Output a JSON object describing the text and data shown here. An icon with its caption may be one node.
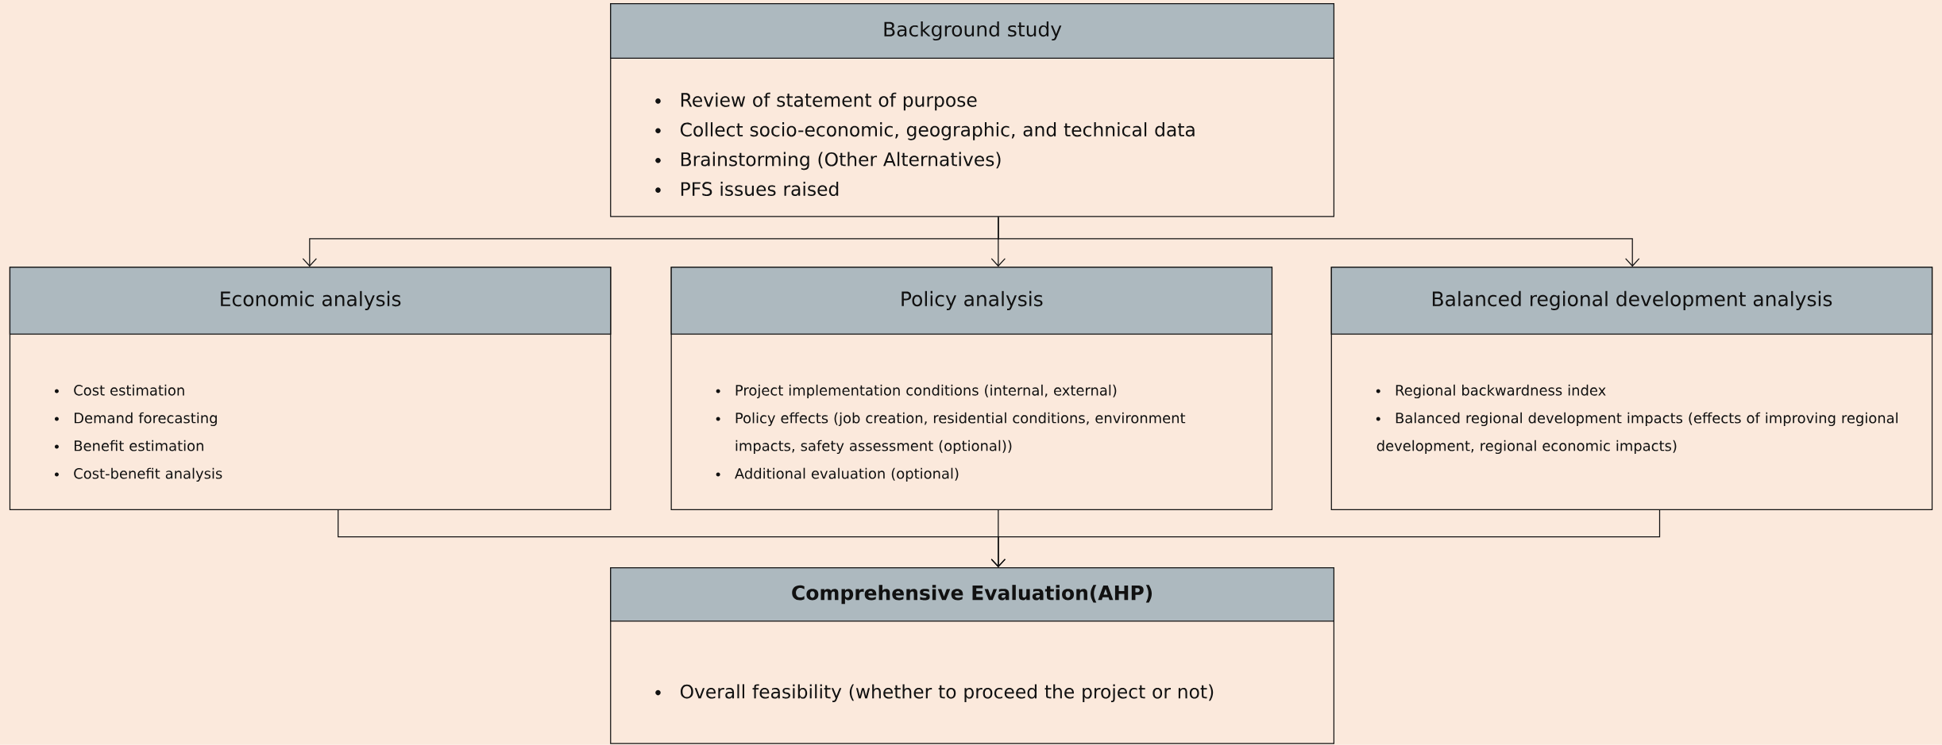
{
  "diagram": {
    "nodes": [
      {
        "text": [
          "Background study",
          "Review of statement of purpose",
          "Collect socio-economic, geographic, and technical data",
          "Brainstorming (Other Alternatives)",
          "PFS issues raised"
        ]
      },
      {
        "text": [
          "Economic analysis",
          "Cost estimation",
          "Demand forecasting",
          "Benefit estimation",
          "Cost-benefit analysis"
        ]
      },
      {
        "text": [
          "Policy analysis",
          "Project implementation conditions (internal, external)",
          "Policy effects (job creation, residential conditions, environment impacts, safety assessment (optional))",
          "Additional evaluation (optional)"
        ]
      },
      {
        "text": [
          "Balanced regional development analysis",
          "Regional backwardness index",
          "Balanced regional development impacts (effects of improving regional development, regional economic impacts)"
        ]
      },
      {
        "text": [
          "Comprehensive Evaluation(AHP)",
          "Overall feasibility (whether to proceed the project or not)"
        ]
      }
    ],
    "edges": [
      {
        "from": 0,
        "to": 1,
        "arrow": "to"
      },
      {
        "from": 0,
        "to": 2,
        "arrow": "to"
      },
      {
        "from": 0,
        "to": 3,
        "arrow": "to"
      },
      {
        "from": 1,
        "to": 4,
        "arrow": "to"
      },
      {
        "from": 2,
        "to": 4,
        "arrow": "to"
      },
      {
        "from": 3,
        "to": 4,
        "arrow": "to"
      }
    ]
  }
}
